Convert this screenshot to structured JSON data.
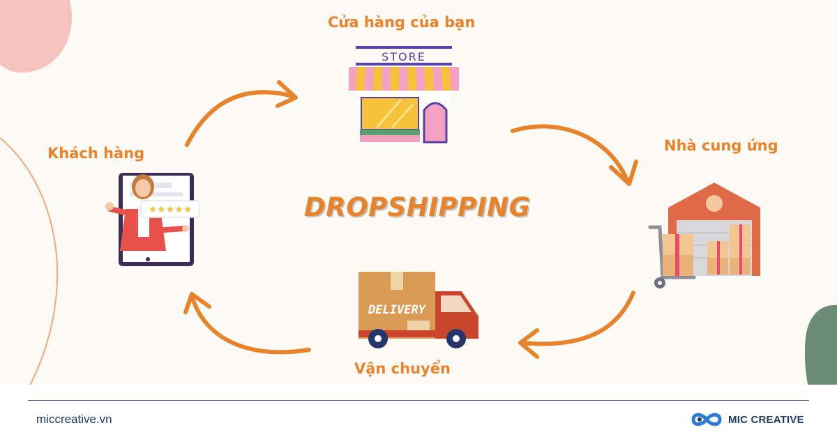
{
  "diagram": {
    "center_title": "DROPSHIPPING",
    "nodes": {
      "store": {
        "label": "Cửa hàng của bạn",
        "sign": "STORE"
      },
      "customer": {
        "label": "Khách hàng"
      },
      "supplier": {
        "label": "Nhà cung ứng"
      },
      "shipping": {
        "label": "Vận chuyển",
        "truck_text": "DELIVERY"
      }
    },
    "colors": {
      "accent": "#e8832b",
      "background": "#fcfaf4",
      "pink_blob": "#f6c4bc",
      "green_blob": "#6b8b76",
      "navy": "#1e3a68"
    }
  },
  "footer": {
    "site": "miccreative.vn",
    "brand": "MIC CREATIVE"
  }
}
